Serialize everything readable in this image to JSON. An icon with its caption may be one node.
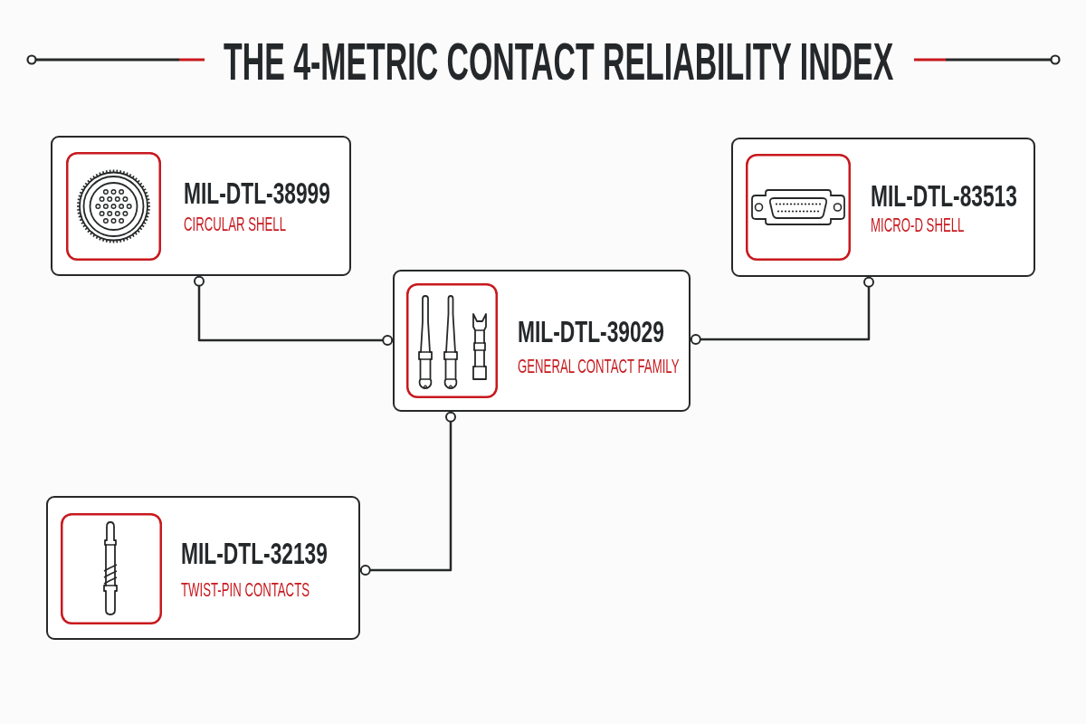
{
  "diagram": {
    "title": "THE 4-METRIC CONTACT RELIABILITY INDEX",
    "nodes": [
      {
        "text": [
          "MIL-DTL-38999",
          "CIRCULAR SHELL"
        ]
      },
      {
        "text": [
          "MIL-DTL-83513",
          "MICRO-D SHELL"
        ]
      },
      {
        "text": [
          "MIL-DTL-39029",
          "GENERAL CONTACT FAMILY"
        ]
      },
      {
        "text": [
          "MIL-DTL-32139",
          "TWIST-PIN CONTACTS"
        ]
      }
    ],
    "edges": [
      {
        "from": 0,
        "to": 2,
        "arrow": "other"
      },
      {
        "from": 1,
        "to": 2,
        "arrow": "other"
      },
      {
        "from": 3,
        "to": 2,
        "arrow": "other"
      }
    ]
  }
}
